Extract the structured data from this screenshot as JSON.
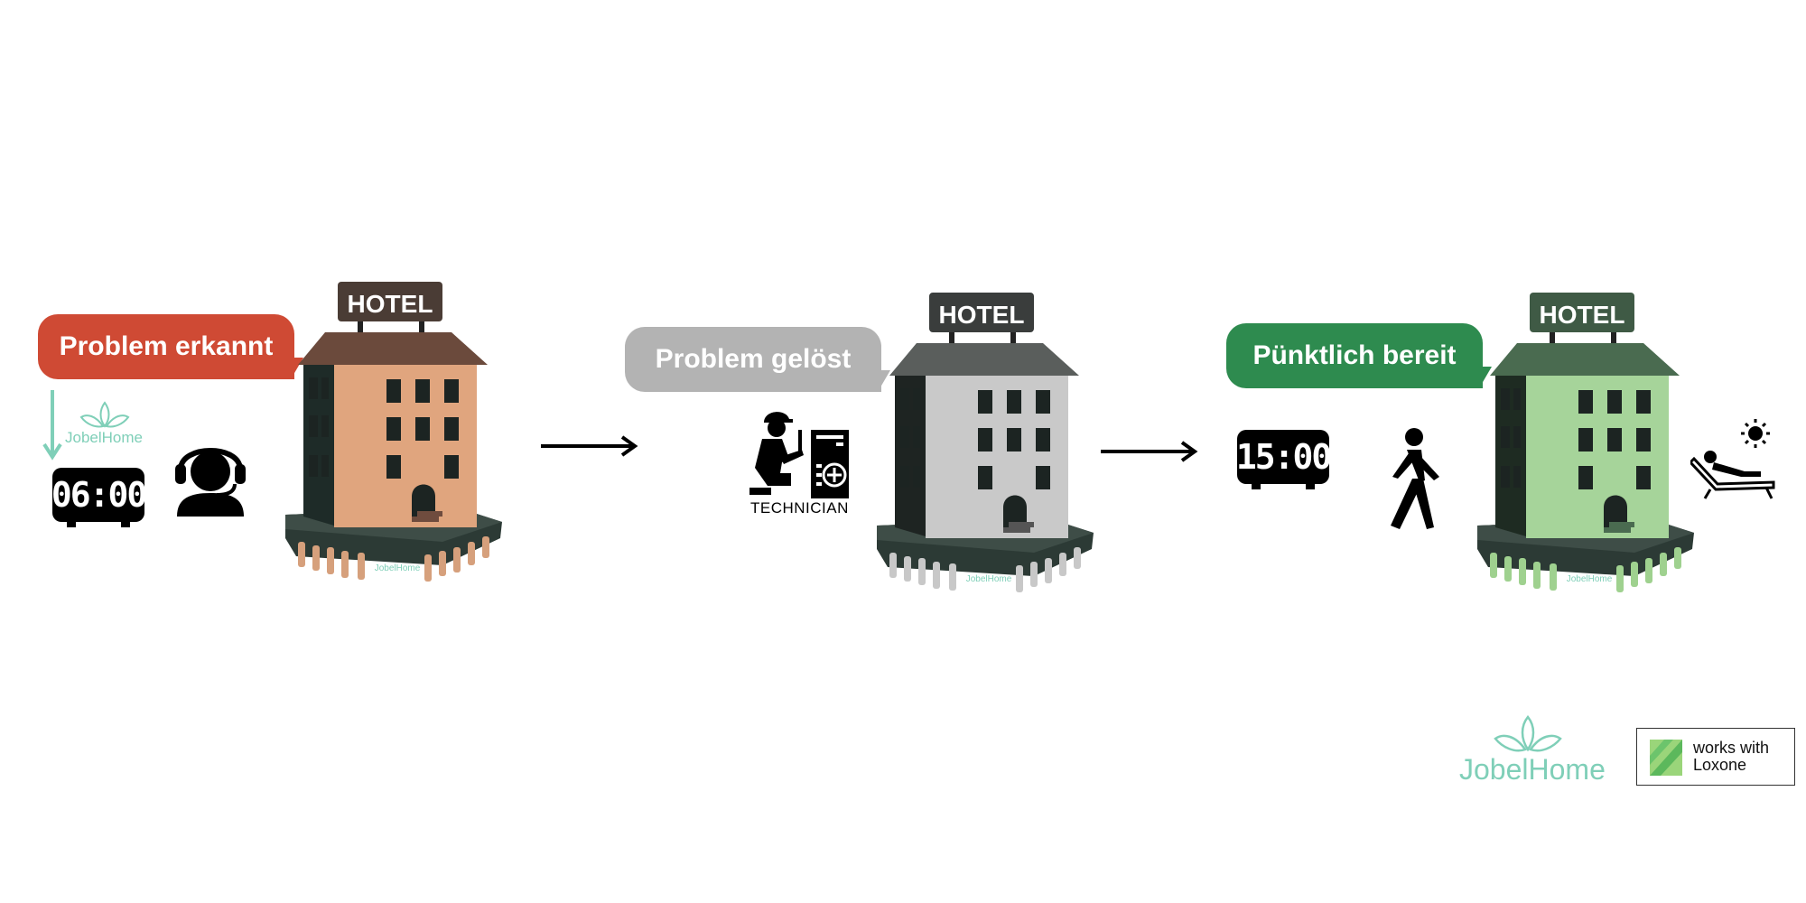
{
  "steps": [
    {
      "label": "Problem erkannt",
      "color": "#cf4a34"
    },
    {
      "label": "Problem gelöst",
      "color": "#b3b3b3"
    },
    {
      "label": "Pünktlich bereit",
      "color": "#2e8b4f"
    }
  ],
  "hotel_sign": "HOTEL",
  "chip_brand": "JobelHome",
  "clock_1": "06:00",
  "clock_2": "15:00",
  "technician_label": "TECHNICIAN",
  "brand": {
    "name": "JobelHome",
    "color": "#7fcfb8"
  },
  "partner": {
    "line1": "works with",
    "line2": "Loxone"
  },
  "colors": {
    "hotel_1": "#e0a57e",
    "hotel_2": "#c9c9c9",
    "hotel_3": "#a6d49a",
    "pins_1": "#d6a07c",
    "pins_2": "#c8c8c8",
    "pins_3": "#9fd18f"
  }
}
